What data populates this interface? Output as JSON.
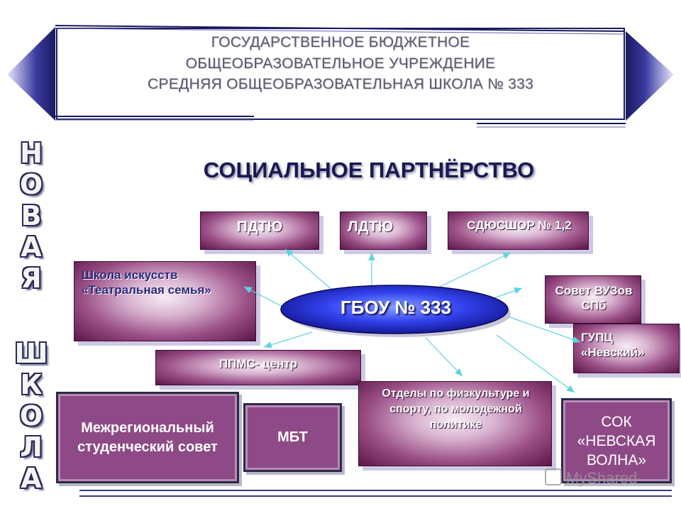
{
  "header": {
    "line1": "ГОСУДАРСТВЕННОЕ БЮДЖЕТНОЕ",
    "line2": "ОБЩЕОБРАЗОВАТЕЛЬНОЕ УЧРЕЖДЕНИЕ",
    "line3": "СРЕДНЯЯ ОБЩЕОБРАЗОВАТЕЛЬНАЯ ШКОЛА № 333"
  },
  "slogan": {
    "word1": [
      "Н",
      "О",
      "В",
      "А",
      "Я"
    ],
    "word2": [
      "Ш",
      "К",
      "О",
      "Л",
      "А"
    ]
  },
  "title": "СОЦИАЛЬНОЕ ПАРТНЁРСТВО",
  "center": "ГБОУ № 333",
  "partners": {
    "pdtyu": "ПДТЮ",
    "ldtyu": "ЛДТЮ",
    "sdyushor": "СДЮСШОР № 1,2",
    "arts_school": "Школа искусств «Театральная семья»",
    "sovet_vuzov": "Совет ВУЗов СПб",
    "gupts": "ГУПЦ «Невский»",
    "ppms": "ППМС- центр",
    "otdely": "Отделы по физкультуре и спорту, по молодежной политике",
    "student_council": "Межрегиональный студенческий совет",
    "mbt": "МБТ",
    "sok": "СОК «НЕВСКАЯ ВОЛНА»"
  },
  "watermark": "MyShared",
  "colors": {
    "accent_navy": "#1a1a50",
    "box_purple": "#8e4a86",
    "arrow_cyan": "#5fd3e0",
    "ellipse_blue": "#2233dd"
  }
}
